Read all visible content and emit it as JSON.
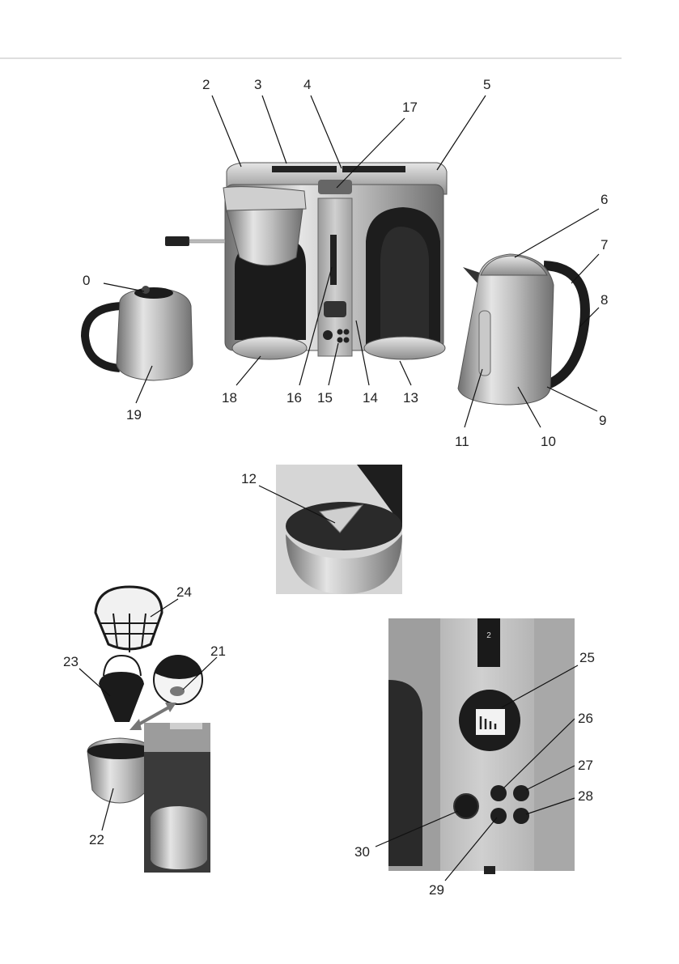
{
  "callouts": [
    {
      "id": "0",
      "text": "0"
    },
    {
      "id": "2",
      "text": "2"
    },
    {
      "id": "3",
      "text": "3"
    },
    {
      "id": "4",
      "text": "4"
    },
    {
      "id": "5",
      "text": "5"
    },
    {
      "id": "17",
      "text": "17"
    },
    {
      "id": "6",
      "text": "6"
    },
    {
      "id": "7",
      "text": "7"
    },
    {
      "id": "8",
      "text": "8"
    },
    {
      "id": "9",
      "text": "9"
    },
    {
      "id": "10",
      "text": "10"
    },
    {
      "id": "11",
      "text": "11"
    },
    {
      "id": "13",
      "text": "13"
    },
    {
      "id": "14",
      "text": "14"
    },
    {
      "id": "15",
      "text": "15"
    },
    {
      "id": "16",
      "text": "16"
    },
    {
      "id": "18",
      "text": "18"
    },
    {
      "id": "19",
      "text": "19"
    },
    {
      "id": "12",
      "text": "12"
    },
    {
      "id": "24",
      "text": "24"
    },
    {
      "id": "21",
      "text": "21"
    },
    {
      "id": "23",
      "text": "23"
    },
    {
      "id": "22",
      "text": "22"
    },
    {
      "id": "25",
      "text": "25"
    },
    {
      "id": "26",
      "text": "26"
    },
    {
      "id": "27",
      "text": "27"
    },
    {
      "id": "28",
      "text": "28"
    },
    {
      "id": "29",
      "text": "29"
    },
    {
      "id": "30",
      "text": "30"
    }
  ],
  "panel_marks": {
    "level_two": "2"
  },
  "colors": {
    "steel_light": "#d8d8d8",
    "steel_dark": "#8a8a8a",
    "black": "#1a1a1a",
    "rule": "#bdbdbd"
  }
}
